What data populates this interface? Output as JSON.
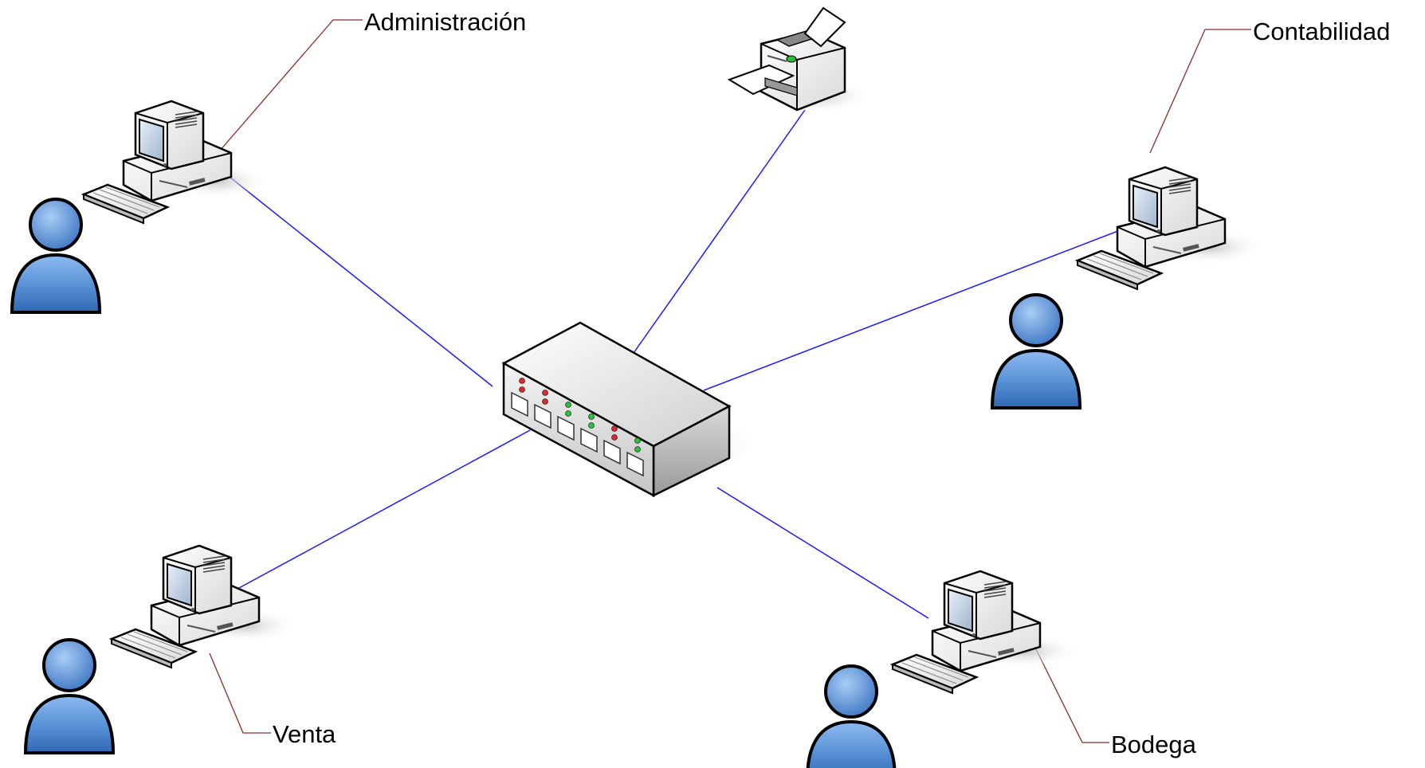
{
  "diagram": {
    "type": "star-network",
    "hub": {
      "device": "switch",
      "icon": "network-switch-icon"
    },
    "nodes": [
      {
        "id": "administracion",
        "label": "Administración",
        "device": "computer",
        "icon": "computer-icon",
        "has_user": true
      },
      {
        "id": "contabilidad",
        "label": "Contabilidad",
        "device": "computer",
        "icon": "computer-icon",
        "has_user": true
      },
      {
        "id": "venta",
        "label": "Venta",
        "device": "computer",
        "icon": "computer-icon",
        "has_user": true
      },
      {
        "id": "bodega",
        "label": "Bodega",
        "device": "computer",
        "icon": "computer-icon",
        "has_user": true
      },
      {
        "id": "printer",
        "label": "",
        "device": "printer",
        "icon": "printer-icon",
        "has_user": false
      }
    ],
    "edges": [
      {
        "from": "switch",
        "to": "administracion"
      },
      {
        "from": "switch",
        "to": "printer"
      },
      {
        "from": "switch",
        "to": "contabilidad"
      },
      {
        "from": "switch",
        "to": "venta"
      },
      {
        "from": "switch",
        "to": "bodega"
      }
    ],
    "colors": {
      "link": "#1a1aff",
      "leader": "#8b2a2a",
      "user_fill": "#4f88cf",
      "led_red": "#d92b2b",
      "led_green": "#2bbf3a"
    }
  }
}
